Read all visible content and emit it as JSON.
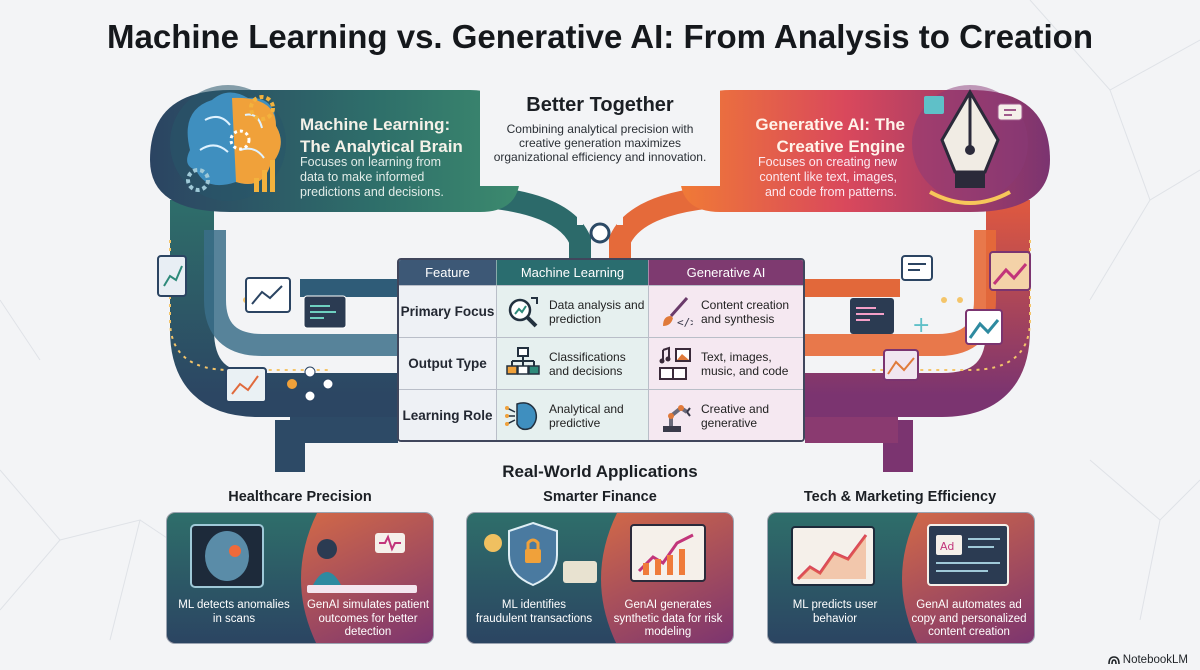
{
  "title": "Machine Learning vs. Generative AI: From Analysis to Creation",
  "ml_panel": {
    "title": "Machine Learning: The Analytical Brain",
    "description": "Focuses on learning from data to make informed predictions and decisions."
  },
  "genai_panel": {
    "title": "Generative AI: The Creative Engine",
    "description": "Focuses on creating new content like text, images, and code from patterns."
  },
  "better_together": {
    "title": "Better Together",
    "description": "Combining analytical precision with creative generation maximizes organizational efficiency and innovation."
  },
  "comparison": {
    "headers": [
      "Feature",
      "Machine Learning",
      "Generative AI"
    ],
    "rows": [
      {
        "feature": "Primary Focus",
        "ml": "Data analysis and prediction",
        "genai": "Content creation and synthesis"
      },
      {
        "feature": "Output Type",
        "ml": "Classifications and decisions",
        "genai": "Text, images, music, and code"
      },
      {
        "feature": "Learning Role",
        "ml": "Analytical and predictive",
        "genai": "Creative and generative"
      }
    ]
  },
  "applications": {
    "title": "Real-World Applications",
    "items": [
      {
        "title": "Healthcare Precision",
        "ml": "ML detects anomalies in scans",
        "genai": "GenAI simulates patient outcomes for better detection"
      },
      {
        "title": "Smarter Finance",
        "ml": "ML identifies fraudulent transactions",
        "genai": "GenAI generates synthetic data for risk modeling"
      },
      {
        "title": "Tech & Marketing Efficiency",
        "ml": "ML predicts user behavior",
        "genai": "GenAI automates ad copy and personalized content creation"
      }
    ]
  },
  "colors": {
    "ml_teal": "#2e6e6a",
    "ml_navy": "#2b4462",
    "genai_orange": "#ef7b3a",
    "genai_purple": "#7b3470"
  },
  "brand": "NotebookLM"
}
